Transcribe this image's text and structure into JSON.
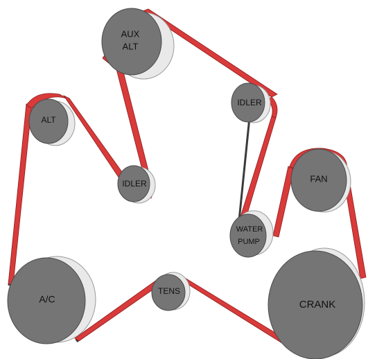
{
  "diagram": {
    "colors": {
      "belt": "#d93a3a",
      "belt_edge": "#8a1d1d",
      "belt_dark": "#3a3a3a",
      "pulley_face": "#757575",
      "pulley_face_edge": "#4a4a4a",
      "pulley_side": "#e9e9e9",
      "pulley_side_edge": "#9a9a9a",
      "label": "#111111"
    },
    "pulleys": {
      "aux_alt": {
        "lines": [
          "AUX",
          "ALT"
        ]
      },
      "alt": {
        "lines": [
          "ALT"
        ]
      },
      "idler_left": {
        "lines": [
          "IDLER"
        ]
      },
      "idler_right": {
        "lines": [
          "IDLER"
        ]
      },
      "fan": {
        "lines": [
          "FAN"
        ]
      },
      "water_pump": {
        "lines": [
          "WATER",
          "PUMP"
        ]
      },
      "ac": {
        "lines": [
          "A/C"
        ]
      },
      "tens": {
        "lines": [
          "TENS"
        ]
      },
      "crank": {
        "lines": [
          "CRANK"
        ]
      }
    }
  }
}
